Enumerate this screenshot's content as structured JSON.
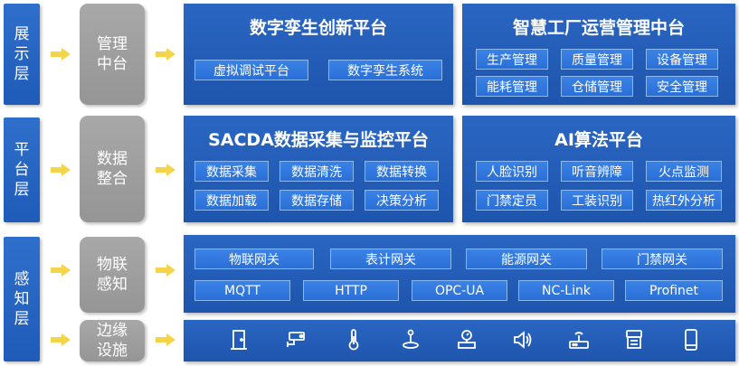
{
  "layers": {
    "display": "展示层",
    "platform": "平台层",
    "perception": "感知层"
  },
  "middle": {
    "management": "管理中台",
    "data_integration": "数据整合",
    "iot_perception": "物联感知",
    "edge_facilities": "边缘设施"
  },
  "digital_twin": {
    "title": "数字孪生创新平台",
    "items": [
      "虚拟调试平台",
      "数字孪生系统"
    ]
  },
  "smart_factory": {
    "title": "智慧工厂运营管理中台",
    "items": [
      "生产管理",
      "质量管理",
      "设备管理",
      "能耗管理",
      "仓储管理",
      "安全管理"
    ]
  },
  "scada": {
    "title": "SACDA数据采集与监控平台",
    "items": [
      "数据采集",
      "数据清洗",
      "数据转换",
      "数据加载",
      "数据存储",
      "决策分析"
    ]
  },
  "ai": {
    "title": "AI算法平台",
    "items": [
      "人脸识别",
      "听音辨障",
      "火点监测",
      "门禁定员",
      "工装识别",
      "热红外分析"
    ]
  },
  "iot": {
    "gateways": [
      "物联网关",
      "表计网关",
      "能源网关",
      "门禁网关"
    ],
    "protocols": [
      "MQTT",
      "HTTP",
      "OPC-UA",
      "NC-Link",
      "Profinet"
    ]
  },
  "edge_icons": [
    "door-icon",
    "camera-icon",
    "thermometer-icon",
    "level-sensor-icon",
    "flow-meter-icon",
    "speaker-icon",
    "router-icon",
    "terminal-icon",
    "phone-icon"
  ],
  "colors": {
    "layer_blue": "#2f6fcc",
    "panel_blue": "#1e55ad",
    "chip_blue": "#3b82e6",
    "mid_gray": "#a0a0a0",
    "arrow_yellow": "#f5d44a"
  }
}
